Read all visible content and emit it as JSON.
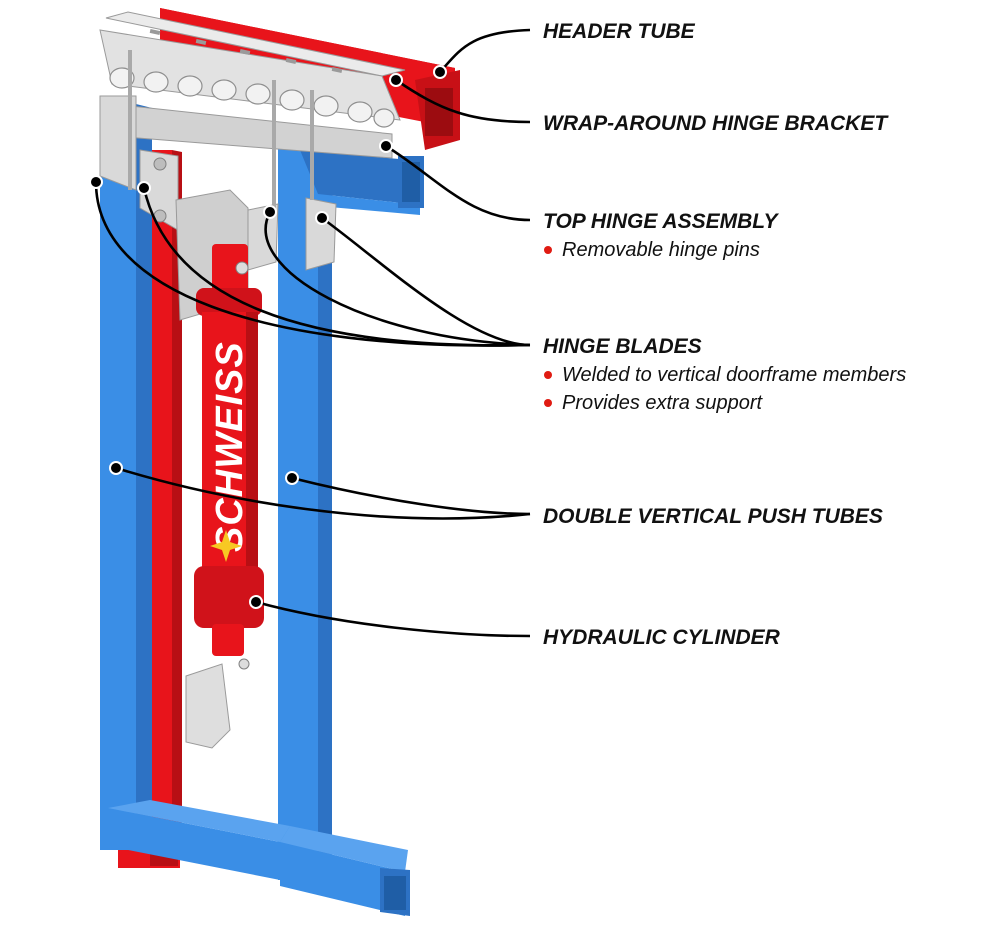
{
  "colors": {
    "blue": "#3a8ee6",
    "blue_dark": "#2d72c4",
    "red": "#e8141b",
    "red_dark": "#b80f14",
    "gray": "#dcdcdc",
    "gray_dark": "#b9b9b9",
    "accent": "#e01b12",
    "star": "#f7c823"
  },
  "brand": {
    "text": "SCHWEISS"
  },
  "labels": {
    "header_tube": "HEADER TUBE",
    "hinge_bracket": "WRAP-AROUND HINGE BRACKET",
    "top_hinge": {
      "title": "TOP HINGE ASSEMBLY",
      "bullets": [
        "Removable hinge pins"
      ]
    },
    "hinge_blades": {
      "title": "HINGE BLADES",
      "bullets": [
        "Welded to vertical doorframe members",
        "Provides extra support"
      ]
    },
    "push_tubes": "DOUBLE VERTICAL PUSH TUBES",
    "cylinder": "HYDRAULIC CYLINDER"
  }
}
